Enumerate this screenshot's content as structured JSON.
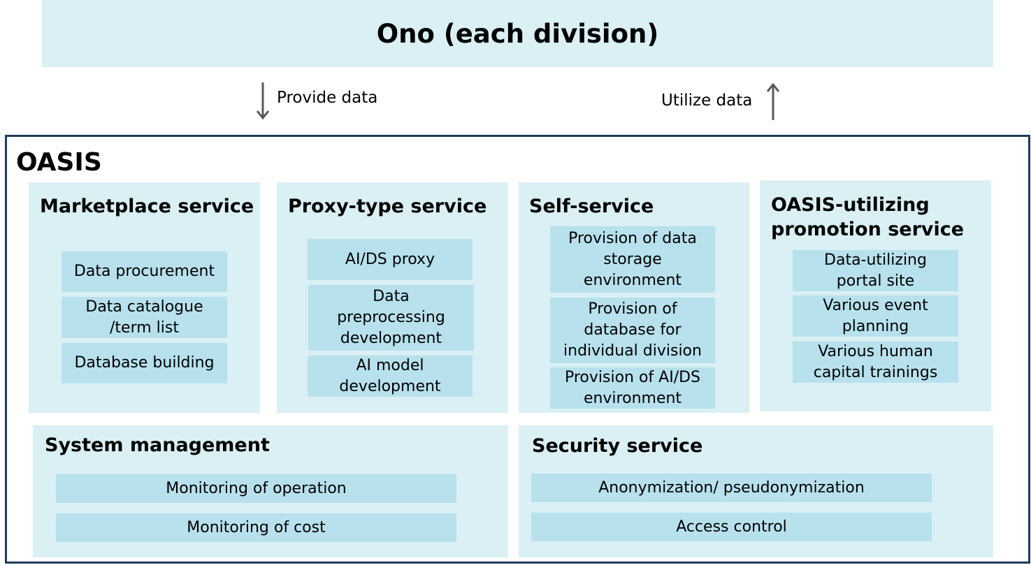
{
  "banner": {
    "title": "Ono (each division)"
  },
  "flows": {
    "provide": {
      "label": "Provide data",
      "direction": "down"
    },
    "utilize": {
      "label": "Utilize data",
      "direction": "up"
    }
  },
  "oasis": {
    "title": "OASIS"
  },
  "services": {
    "marketplace": {
      "title": "Marketplace service",
      "items": [
        "Data procurement",
        "Data catalogue\n/term list",
        "Database building"
      ]
    },
    "proxy": {
      "title": "Proxy-type service",
      "items": [
        "AI/DS proxy",
        "Data\npreprocessing\ndevelopment",
        "AI model\ndevelopment"
      ]
    },
    "self": {
      "title": "Self-service",
      "items": [
        "Provision of data\nstorage\nenvironment",
        "Provision of\ndatabase for\nindividual division",
        "Provision of AI/DS\nenvironment"
      ]
    },
    "promotion": {
      "title": "OASIS-utilizing\npromotion service",
      "items": [
        "Data-utilizing\nportal site",
        "Various event\nplanning",
        "Various human\ncapital trainings"
      ]
    },
    "system": {
      "title": "System management",
      "items": [
        "Monitoring of operation",
        "Monitoring of cost"
      ]
    },
    "security": {
      "title": "Security service",
      "items": [
        "Anonymization/ pseudonymization",
        "Access control"
      ]
    }
  },
  "colors": {
    "panel": "#daf0f5",
    "item": "#b7e1ec",
    "frame": "#1f3b5e",
    "arrow": "#595959"
  }
}
